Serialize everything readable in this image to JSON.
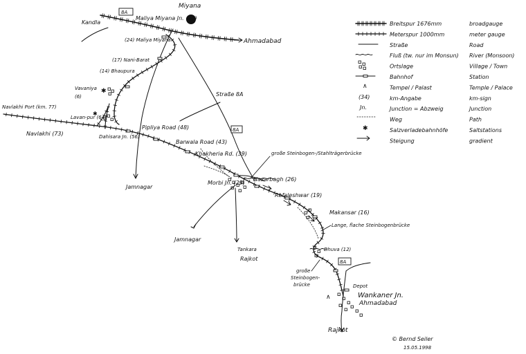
{
  "places": {
    "miyana": "Miyana",
    "maliya_jn": "Maliya Miyana Jn. (26)",
    "kandla": "Kandla",
    "maliya_miyana": "(24) Maliya Miyana",
    "ahmadabad_top": "Ahmadabad",
    "nani_barat": "(17) Nani-Barat",
    "bhaupura": "(14) Bhaupura",
    "vavaniya": "Vavaniya",
    "vavaniya_km": "(6)",
    "navlakhi_port": "Navlakhi Port (km. 77)",
    "lavan_pur": "Lavan-pur (64)",
    "navlakhi": "Navlakhi (73)",
    "dahisara": "Dahisara Jn. (56)",
    "piplia_road": "Pipliya Road (48)",
    "barwala_road": "Barwala Road (43)",
    "khakhera": "Khakheria Rd. (39)",
    "strasse": "Straße 8A",
    "jamnagar_1": "Jamnagar",
    "morbi": "Morbi Jn. (29)",
    "nazarbagh": "Nazarbagh (26)",
    "rafaleshwar": "Rafaleshwar (19)",
    "makansar": "Makansar (16)",
    "jamnagar_2": "Jamnagar",
    "tankara": "Tankara",
    "rajkot_1": "Rajkot",
    "dhuva": "Dhuva (12)",
    "depot": "Depot",
    "wankaner": "Wankaner Jn.",
    "ahmadabad_bottom": "Ahmadabad",
    "rajkot_2": "Rajkot"
  },
  "annotations": {
    "big_bridge": "große Steinbogen-/Stahlträgerbrücke",
    "long_bridge": "Lange, flache Steinbogenbrücke",
    "grosse_bridge_1": "große",
    "grosse_bridge_2": "Steinbogen-",
    "grosse_bridge_3": "brücke"
  },
  "road_shields": {
    "top": "8A",
    "mid": "8A",
    "bottom": "8A"
  },
  "legend": [
    {
      "symbol": "broadgauge",
      "de": "Breitspur 1676mm",
      "en": "broadgauge"
    },
    {
      "symbol": "metergauge",
      "de": "Meterspur 1000mm",
      "en": "meter gauge"
    },
    {
      "symbol": "road",
      "de": "Straße",
      "en": "Road"
    },
    {
      "symbol": "river",
      "de": "Fluß (tw. nur im Monsun)",
      "en": "River (Monsoon)"
    },
    {
      "symbol": "village",
      "de": "Ortslage",
      "en": "Village / Town"
    },
    {
      "symbol": "station",
      "de": "Bahnhof",
      "en": "Station"
    },
    {
      "symbol": "temple",
      "de": "Tempel / Palast",
      "en": "Temple / Palace"
    },
    {
      "symbol": "km",
      "de": "km-Angabe",
      "en": "km-sign"
    },
    {
      "symbol": "junction",
      "de": "Junction = Abzweig",
      "en": "Junction"
    },
    {
      "symbol": "path",
      "de": "Weg",
      "en": "Path"
    },
    {
      "symbol": "saltstation",
      "de": "Salzverladebahnhöfe",
      "en": "Saltstations"
    },
    {
      "symbol": "gradient",
      "de": "Steigung",
      "en": "gradient"
    }
  ],
  "legend_symbols": {
    "temple": "∧",
    "km": "(34)",
    "junction": "Jn.",
    "saltstation": "✱"
  },
  "credit": {
    "author": "© Bernd Seiler",
    "date": "15.05.1998"
  }
}
